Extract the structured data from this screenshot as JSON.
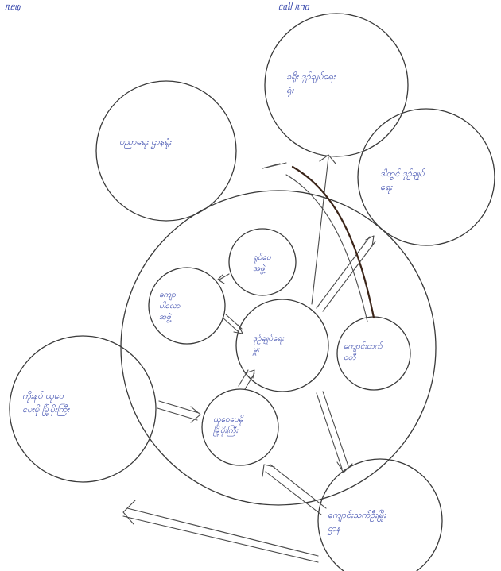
{
  "diagram": {
    "header_left": "ᥰᥱᥜ",
    "header_right": "ᥴᥲᥤ ᥰᥐᥝ",
    "nodes": {
      "top_right": {
        "line1": "ခရိုး ဒုဉ်ချုပ်ရေး",
        "line2": "ရုံး"
      },
      "left_top": {
        "line1": "ပညာရေး ဌာနရုံး"
      },
      "right_mid": {
        "line1": "ဒါတွင် ဒုဉ်ချုပ်",
        "line2": "ရေး"
      },
      "inner_top": {
        "line1": "ရုပ်ပေ",
        "line2": "အဖွဲ့"
      },
      "inner_left": {
        "line1": "ကျော",
        "line2": "ပါလော",
        "line3": "အဖွဲ့"
      },
      "inner_center": {
        "line1": "ဒုဉ်ချုပ်ရေး",
        "line2": "မှူး"
      },
      "inner_right": {
        "line1": "ကျောင်းတက်",
        "line2": "ဝတီ"
      },
      "left_big": {
        "line1": "ကိုးနပ် ယုဝေ",
        "line2": "ပေးမို မြို့ပိုးကြီး"
      },
      "inner_bottom": {
        "line1": "ယုဝေပေမို",
        "line2": "မြို့ပိုးကြီး"
      },
      "bottom_right": {
        "line1": "ကျောင်းသက်ဦးမြိုး",
        "line2": "ဌာန"
      }
    }
  }
}
